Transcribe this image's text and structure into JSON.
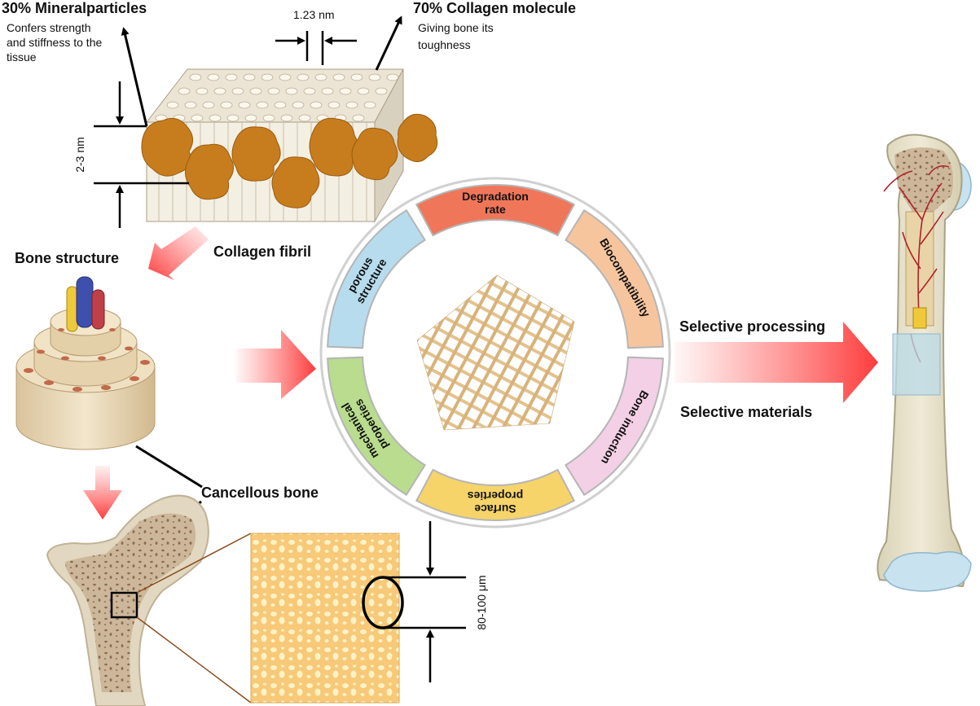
{
  "texts": {
    "mineral_title": "30% Mineralparticles",
    "mineral_desc_1": "Confers strength",
    "mineral_desc_2": "and stiffness to the",
    "mineral_desc_3": "tissue",
    "collagen_title": "70% Collagen molecule",
    "collagen_desc_1": "Giving bone its",
    "collagen_desc_2": "toughness",
    "spacing_label": "1.23 nm",
    "height_label": "2-3 nm",
    "collagen_fibril": "Collagen fibril",
    "bone_structure": "Bone structure",
    "cancellous_bone": "Cancellous bone",
    "pore_label": "80-100 μm",
    "selective_processing": "Selective processing",
    "selective_materials": "Selective materials"
  },
  "ring_segments": [
    {
      "lines": [
        "mechanical",
        "properties"
      ],
      "color": "#b9dc8e"
    },
    {
      "lines": [
        "porous",
        "structure"
      ],
      "color": "#b7dcee"
    },
    {
      "lines": [
        "Degradation",
        "rate"
      ],
      "color": "#f0765a"
    },
    {
      "lines": [
        "Biocompatibility"
      ],
      "color": "#f6c59e"
    },
    {
      "lines": [
        "Bone induction"
      ],
      "color": "#f3d0e6"
    },
    {
      "lines": [
        "Surface",
        "properties"
      ],
      "color": "#f6d46a"
    }
  ]
}
